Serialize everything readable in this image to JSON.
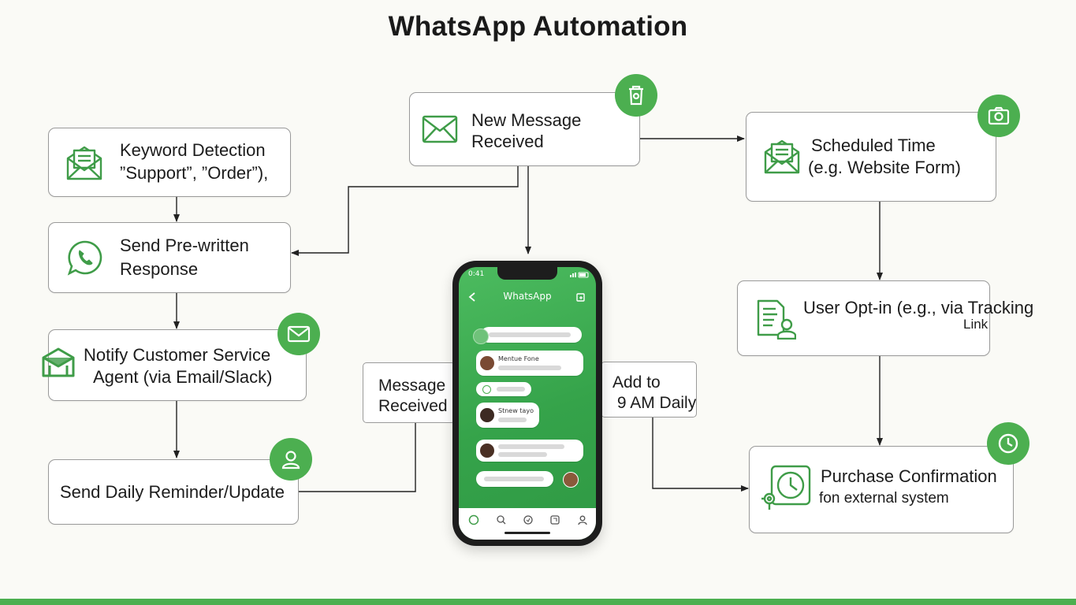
{
  "title": "WhatsApp Automation",
  "colors": {
    "accent": "#4caf50",
    "icon_stroke": "#3f9c48",
    "line": "#222222"
  },
  "nodes": {
    "keyword": {
      "line1": "Keyword Detection",
      "line2": "”Support”, ”Order”),",
      "icon": "envelope-letter-icon"
    },
    "prewritten": {
      "line1": "Send Pre-written",
      "line2": "Response",
      "icon": "whatsapp-icon"
    },
    "notify": {
      "line1": "Notify Customer Service",
      "line2": "Agent (via Email/Slack)",
      "icon": "inbox-icon",
      "badge": "mail-icon"
    },
    "daily_reminder": {
      "line1": "Send Daily Reminder/Update",
      "badge": "user-icon"
    },
    "new_message": {
      "line1": "New Message",
      "line2": "Received",
      "icon": "envelope-icon",
      "badge": "trash-can-icon"
    },
    "scheduled": {
      "line1": "Scheduled Time",
      "line2": "(e.g. Website Form)",
      "icon": "envelope-letter-icon",
      "badge": "camera-icon"
    },
    "opt_in": {
      "line1": "User Opt-in (e.g., via Tracking",
      "line2": "Link",
      "icon": "document-user-icon"
    },
    "purchase": {
      "line1": "Purchase Confirmation",
      "line2": "fon external system",
      "icon": "clock-gear-icon",
      "badge": "clock-icon"
    },
    "message_received_small": {
      "line1": "Message",
      "line2": "Received"
    },
    "add_to": {
      "line1": "Add to",
      "line2": " 9 AM Daily"
    }
  },
  "phone": {
    "status_time": "0:41",
    "app_title": "WhatsApp",
    "chat_names": [
      "Mentue Fone",
      "Stnew tayo"
    ]
  }
}
